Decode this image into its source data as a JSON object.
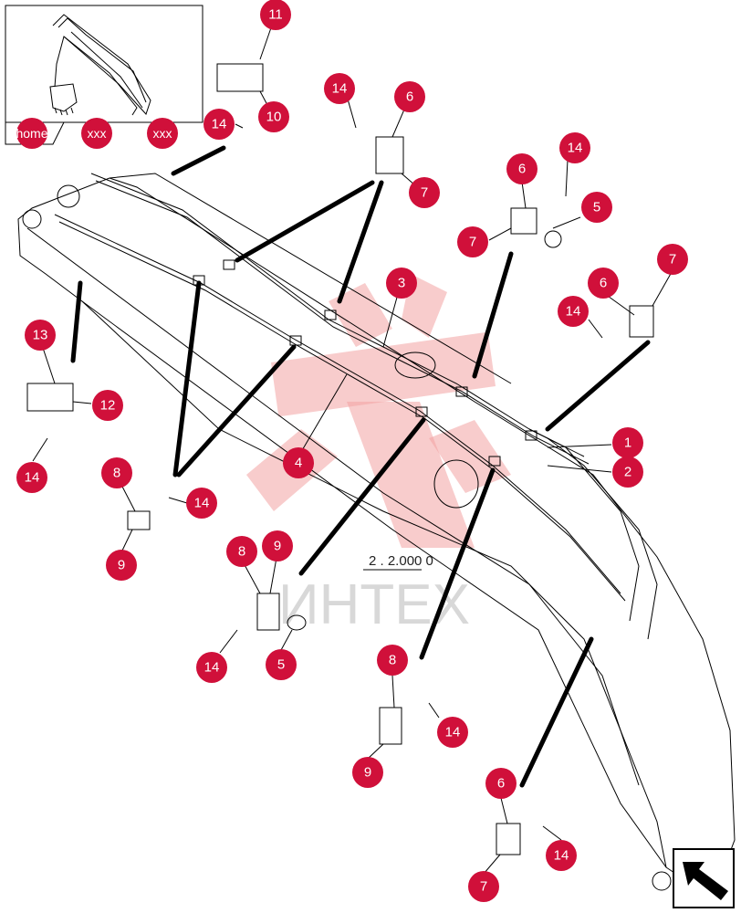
{
  "nav": {
    "home_label": "home",
    "prev_label": "xxx",
    "next_label": "xxx"
  },
  "reference_code": "2 . 2.000 0",
  "watermark_text": "ИНТЕХ",
  "accent_color": "#d0103a",
  "callouts": [
    {
      "id": "c11",
      "label": "11"
    },
    {
      "id": "c10",
      "label": "10"
    },
    {
      "id": "c14a",
      "label": "14"
    },
    {
      "id": "c14b",
      "label": "14"
    },
    {
      "id": "c6a",
      "label": "6"
    },
    {
      "id": "c7a",
      "label": "7"
    },
    {
      "id": "c14c",
      "label": "14"
    },
    {
      "id": "c6b",
      "label": "6"
    },
    {
      "id": "c5a",
      "label": "5"
    },
    {
      "id": "c7b",
      "label": "7"
    },
    {
      "id": "c7c",
      "label": "7"
    },
    {
      "id": "c6c",
      "label": "6"
    },
    {
      "id": "c14d",
      "label": "14"
    },
    {
      "id": "c3",
      "label": "3"
    },
    {
      "id": "c13",
      "label": "13"
    },
    {
      "id": "c12",
      "label": "12"
    },
    {
      "id": "c14e",
      "label": "14"
    },
    {
      "id": "c1",
      "label": "1"
    },
    {
      "id": "c2",
      "label": "2"
    },
    {
      "id": "c4",
      "label": "4"
    },
    {
      "id": "c8a",
      "label": "8"
    },
    {
      "id": "c14f",
      "label": "14"
    },
    {
      "id": "c9a",
      "label": "9"
    },
    {
      "id": "c8b",
      "label": "8"
    },
    {
      "id": "c9b",
      "label": "9"
    },
    {
      "id": "c14g",
      "label": "14"
    },
    {
      "id": "c5b",
      "label": "5"
    },
    {
      "id": "c8c",
      "label": "8"
    },
    {
      "id": "c14h",
      "label": "14"
    },
    {
      "id": "c9c",
      "label": "9"
    },
    {
      "id": "c6d",
      "label": "6"
    },
    {
      "id": "c14i",
      "label": "14"
    },
    {
      "id": "c7d",
      "label": "7"
    }
  ],
  "icons": {
    "next_page": "next-page-arrow-icon"
  }
}
